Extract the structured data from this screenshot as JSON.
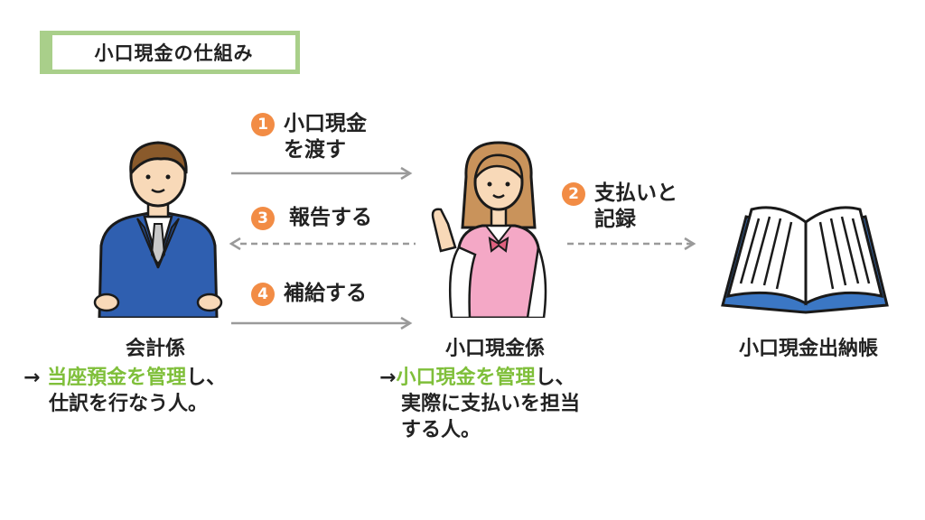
{
  "title": "小口現金の仕組み",
  "colors": {
    "accent_green": "#a9cf8a",
    "highlight_green": "#7fbf3a",
    "badge_orange": "#f28c45",
    "arrow_gray": "#9a9a9a"
  },
  "steps": [
    {
      "number": "1",
      "label": "小口現金\nを渡す"
    },
    {
      "number": "2",
      "label": "支払いと\n記録"
    },
    {
      "number": "3",
      "label": "報告する"
    },
    {
      "number": "4",
      "label": "補給する"
    }
  ],
  "actors": {
    "accountant": {
      "name": "会計係",
      "desc_arrow": "→",
      "desc_highlight": "当座預金を管理",
      "desc_rest1": "し、",
      "desc_line2": "仕訳を行なう人。"
    },
    "petty_cashier": {
      "name": "小口現金係",
      "desc_arrow": "→",
      "desc_highlight": "小口現金を管理",
      "desc_rest1": "し、",
      "desc_line2": "実際に支払いを担当",
      "desc_line3": "する人。"
    },
    "ledger": {
      "name": "小口現金出納帳"
    }
  },
  "icons": [
    "businessman-icon",
    "office-woman-icon",
    "open-book-icon"
  ]
}
